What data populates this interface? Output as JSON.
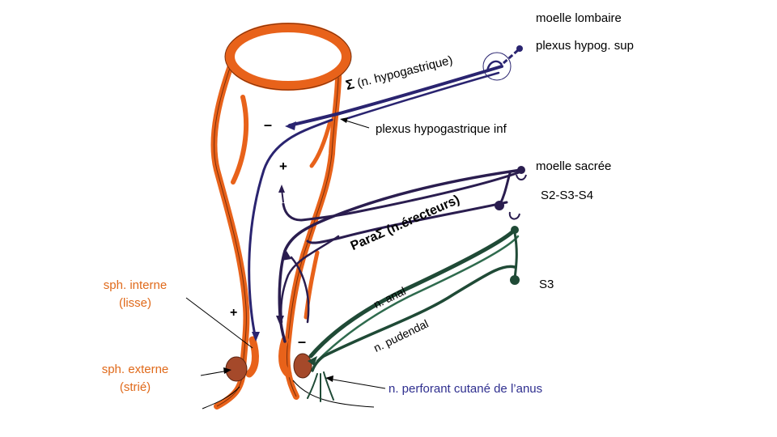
{
  "labels": {
    "moelle_lombaire": "moelle lombaire",
    "plexus_hypog_sup": "plexus hypog. sup",
    "sigma": "Σ",
    "n_hypogastrique": "(n. hypogastrique)",
    "minus_top": "–",
    "plexus_hypogastrique_inf": "plexus hypogastrique inf",
    "plus_top": "+",
    "moelle_sacree": "moelle sacrée",
    "s2_s3_s4": "S2-S3-S4",
    "para_sigma": "ParaΣ (n.érecteurs)",
    "s3": "S3",
    "n_anal": "n. anal",
    "n_pudendal": "n. pudendal",
    "sph_interne_1": "sph. interne",
    "sph_interne_2": "(lisse)",
    "plus_bottom": "+",
    "minus_bottom": "–",
    "sph_externe_1": "sph. externe",
    "sph_externe_2": "(strié)",
    "n_perforant": "n. perforant cutané de l’anus"
  },
  "colors": {
    "rectum": "#e8621a",
    "rectum_dark": "#b84a12",
    "sympathetic": "#2a2470",
    "parasympathetic": "#2a1d4f",
    "somatic": "#1f4a36",
    "sphincter_ext": "#a5492a",
    "label_orange": "#e06a1b",
    "label_blue": "#2f2f8f"
  }
}
